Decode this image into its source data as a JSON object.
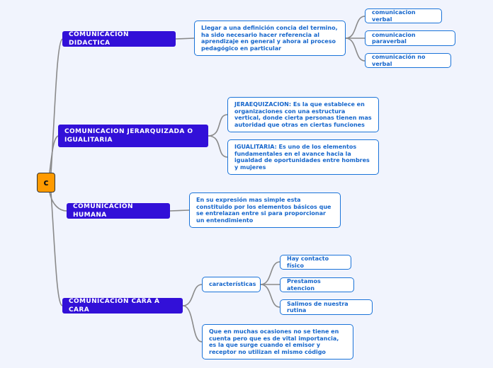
{
  "root": {
    "label": "c"
  },
  "colors": {
    "root": "#ff9a00",
    "main": "#3210d8",
    "sub_border": "#1a73d9",
    "sub_text": "#1566cc",
    "line": "#8a8a8a"
  },
  "branches": [
    {
      "label": "COMUNICACION DIDACTICA",
      "children": [
        {
          "label": "Llegar a una definición concia del termino, ha sido necesario hacer referencia al aprendizaje en general y ahora al proceso pedagógico en particular",
          "children": [
            {
              "label": "comunicacion verbal"
            },
            {
              "label": "comunicacion paraverbal"
            },
            {
              "label": "comunicación no verbal"
            }
          ]
        }
      ]
    },
    {
      "label": "COMUNICACION JERARQUIZADA O IGUALITARIA",
      "children": [
        {
          "label": "JERAEQUIZACION: Es la que establece en organizaciones con una estructura vertical, donde cierta personas tienen mas autoridad que otras en ciertas funciones"
        },
        {
          "label": "IGUALITARIA: Es uno de los elementos fundamentales en el avance hacia la igualdad de oportunidades entre hombres y mujeres"
        }
      ]
    },
    {
      "label": "COMUNICACION HUMANA",
      "children": [
        {
          "label": "En su expresión mas simple esta constituido por los elementos básicos que se entrelazan entre si para proporcionar un entendimiento"
        }
      ]
    },
    {
      "label": "COMUNICACION CARA A CARA",
      "children": [
        {
          "label": "características",
          "children": [
            {
              "label": "Hay contacto físico"
            },
            {
              "label": "Prestamos atencion"
            },
            {
              "label": "Salimos de nuestra rutina"
            }
          ]
        },
        {
          "label": "Que en muchas ocasiones no se tiene en cuenta pero que es de vital importancia, es la que surge cuando el emisor y receptor no utilizan el mismo código"
        }
      ]
    }
  ]
}
